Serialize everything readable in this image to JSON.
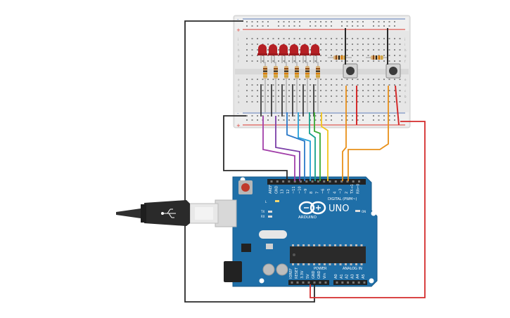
{
  "colors": {
    "background": "#ffffff",
    "breadboard": "#e8e8e8",
    "rail_red": "#d9342b",
    "rail_blue": "#5b7bb7",
    "arduino_board": "#1f6fa8",
    "led_red": "#b51f24",
    "wire_black": "#2a2a2a",
    "wire_red": "#d42b2b",
    "wire_magenta": "#a23fa9",
    "wire_purple": "#7b3fa8",
    "wire_blue": "#2878c8",
    "wire_cyan": "#25a0d8",
    "wire_teal": "#16a08c",
    "wire_green": "#3aaa35",
    "wire_yellow": "#f2c51c",
    "wire_orange": "#e8901a"
  },
  "breadboard": {
    "row_letters_top": [
      "j",
      "i",
      "h",
      "g",
      "f"
    ],
    "row_letters_bottom": [
      "e",
      "d",
      "c",
      "b",
      "a"
    ],
    "rail_plus": "+",
    "rail_minus": "-",
    "col_numbers": [
      "1",
      "5",
      "10",
      "15",
      "20",
      "25",
      "30"
    ]
  },
  "arduino": {
    "brand": "ARDUINO",
    "model": "UNO",
    "digital_label": "DIGITAL (PWM~)",
    "power_label": "POWER",
    "analog_label": "ANALOG IN",
    "on_label": "ON",
    "l_label": "L",
    "tx_label": "TX",
    "rx_label": "RX",
    "digital_pins": [
      "AREF",
      "GND",
      "13",
      "12",
      "~11",
      "~10",
      "~9",
      "8",
      "7",
      "~6",
      "~5",
      "4",
      "~3",
      "2",
      "TX→1",
      "RX←0"
    ],
    "power_pins": [
      "IOREF",
      "RESET",
      "3.3V",
      "5V",
      "GND",
      "GND",
      "Vin"
    ],
    "analog_pins": [
      "A0",
      "A1",
      "A2",
      "A3",
      "A4",
      "A5"
    ]
  },
  "components": {
    "led_count": 6,
    "pushbutton_count": 2,
    "resistor_count": 8
  }
}
